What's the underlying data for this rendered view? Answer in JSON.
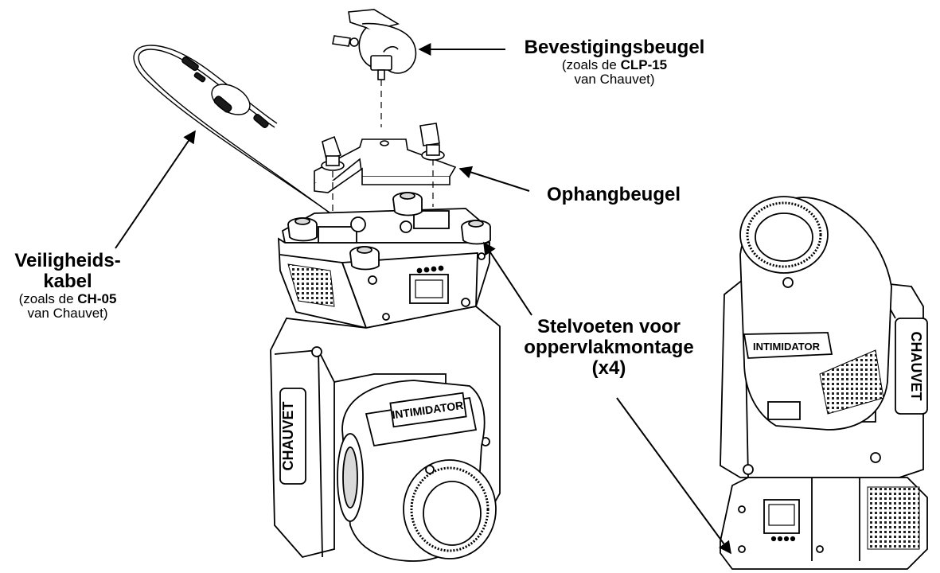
{
  "labels": {
    "clamp": {
      "title": "Bevestigingsbeugel",
      "line1_prefix": "(zoals de ",
      "line1_bold": "CLP-15",
      "line2": "van Chauvet)"
    },
    "yoke": {
      "title": "Ophangbeugel"
    },
    "safety": {
      "title_line1": "Veiligheids-",
      "title_line2": "kabel",
      "line1_prefix": "(zoals de ",
      "line1_bold": "CH-05",
      "line2": "van Chauvet)"
    },
    "feet": {
      "title_line1": "Stelvoeten voor",
      "title_line2": "oppervlakmontage",
      "title_line3": "(x4)"
    }
  },
  "brand": {
    "logo_text": "CHAUVET",
    "model_text": "INTIMIDATOR"
  },
  "colors": {
    "line": "#000000",
    "fill": "#ffffff",
    "shade": "#d9d9d9",
    "dark": "#1a1a1a"
  }
}
